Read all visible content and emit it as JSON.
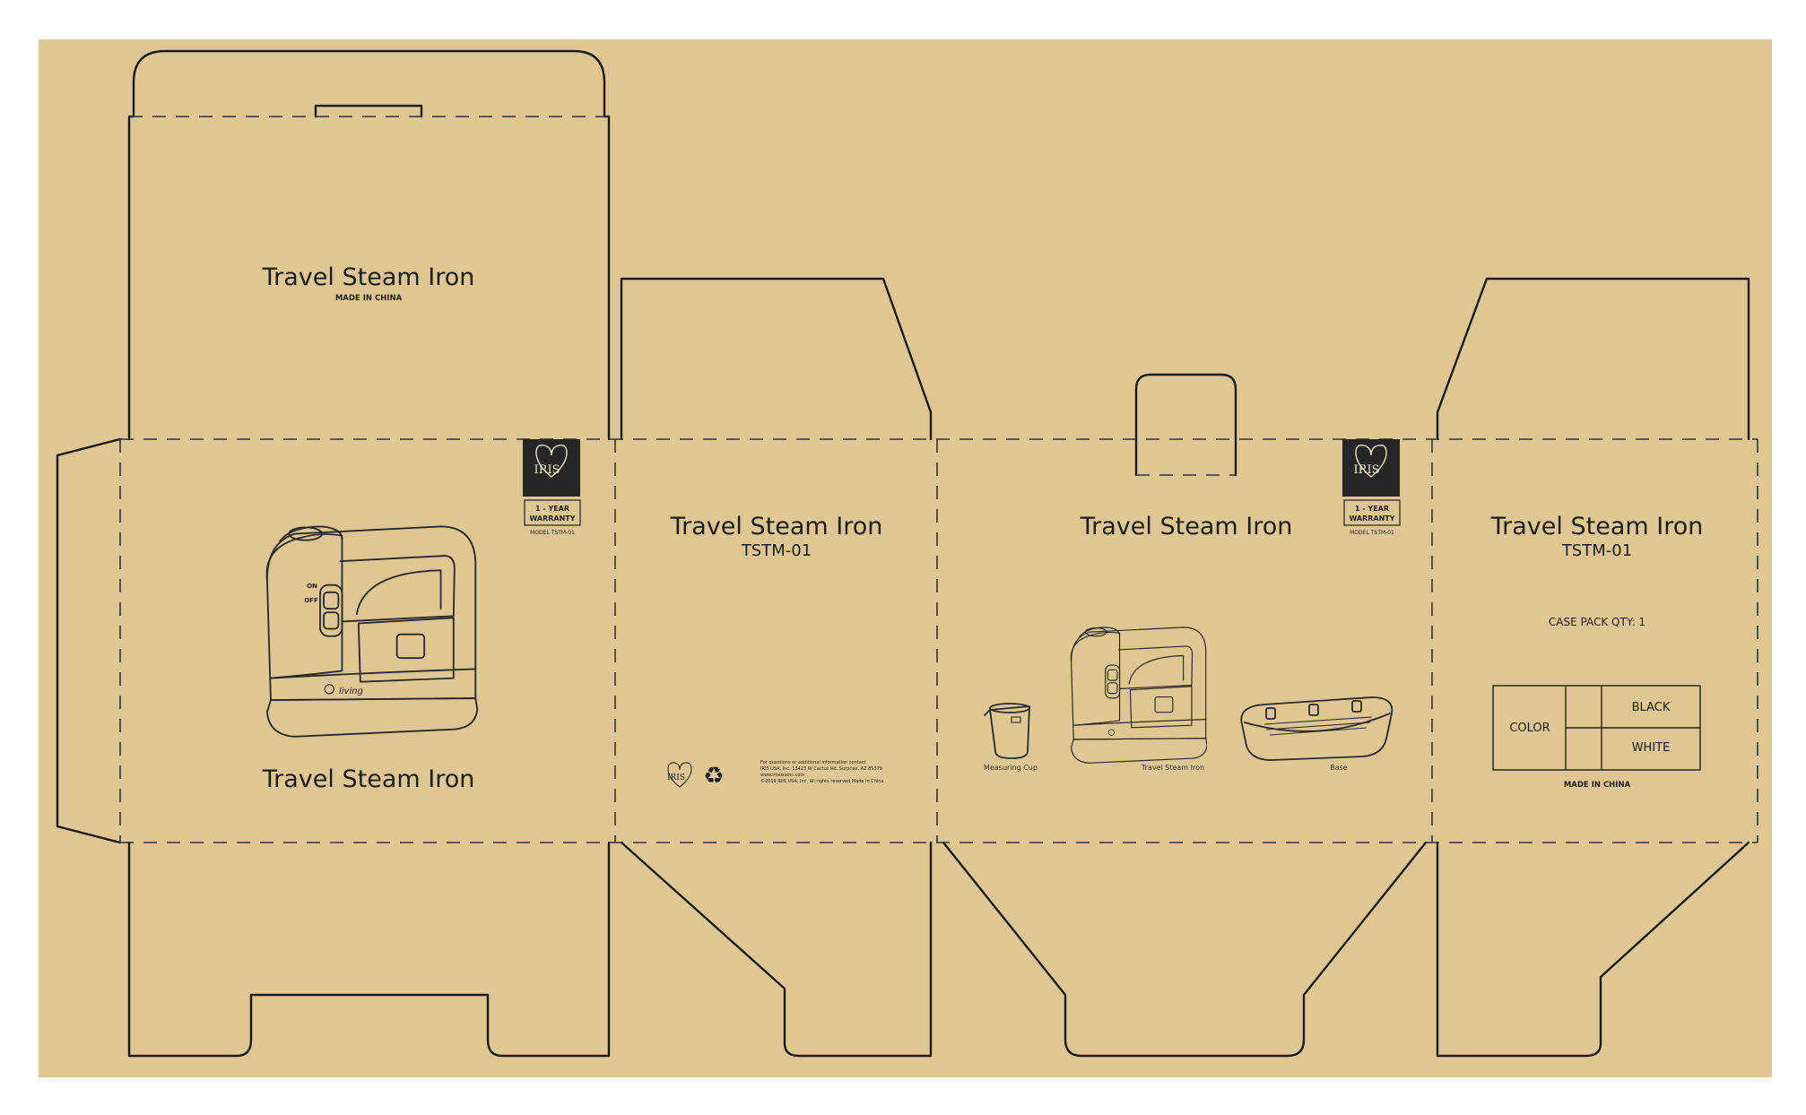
{
  "colors": {
    "board": "#dfc794",
    "page": "#ffffff",
    "line": "#1a1a1a",
    "logo_bg": "#262626"
  },
  "top_flap": {
    "title": "Travel Steam Iron",
    "origin": "MADE IN CHINA"
  },
  "front_panel": {
    "title": "Travel Steam Iron",
    "brand_script": "living",
    "on_label": "ON",
    "off_label": "OFF",
    "badge": {
      "logo_text": "IRIS",
      "warranty_line1": "1 - YEAR",
      "warranty_line2": "WARRANTY",
      "model": "MODEL TSTM-01"
    }
  },
  "side_panel_left": {
    "title": "Travel Steam Iron",
    "model": "TSTM-01",
    "logo_icon": "iris-heart-logo-icon",
    "recycle_icon": "recycle-icon",
    "contact_lines": [
      "For questions or additional information contact",
      "IRIS USA, Inc. 13423 W Cactus Rd, Surprise, AZ 85379",
      "www.irisusainc.com",
      "©2019 IRIS USA, Inc. All rights reserved Made in China"
    ]
  },
  "back_panel": {
    "title": "Travel Steam Iron",
    "badge": {
      "logo_text": "IRIS",
      "warranty_line1": "1 - YEAR",
      "warranty_line2": "WARRANTY",
      "model": "MODEL TSTM-01"
    },
    "contents": [
      {
        "caption": "Measuring Cup"
      },
      {
        "caption": "Travel Steam Iron"
      },
      {
        "caption": "Base"
      }
    ]
  },
  "side_panel_right": {
    "title": "Travel Steam Iron",
    "model": "TSTM-01",
    "case_pack": "CASE PACK QTY: 1",
    "color_table": {
      "header": "COLOR",
      "options": [
        "BLACK",
        "WHITE"
      ]
    },
    "origin": "MADE IN CHINA"
  }
}
